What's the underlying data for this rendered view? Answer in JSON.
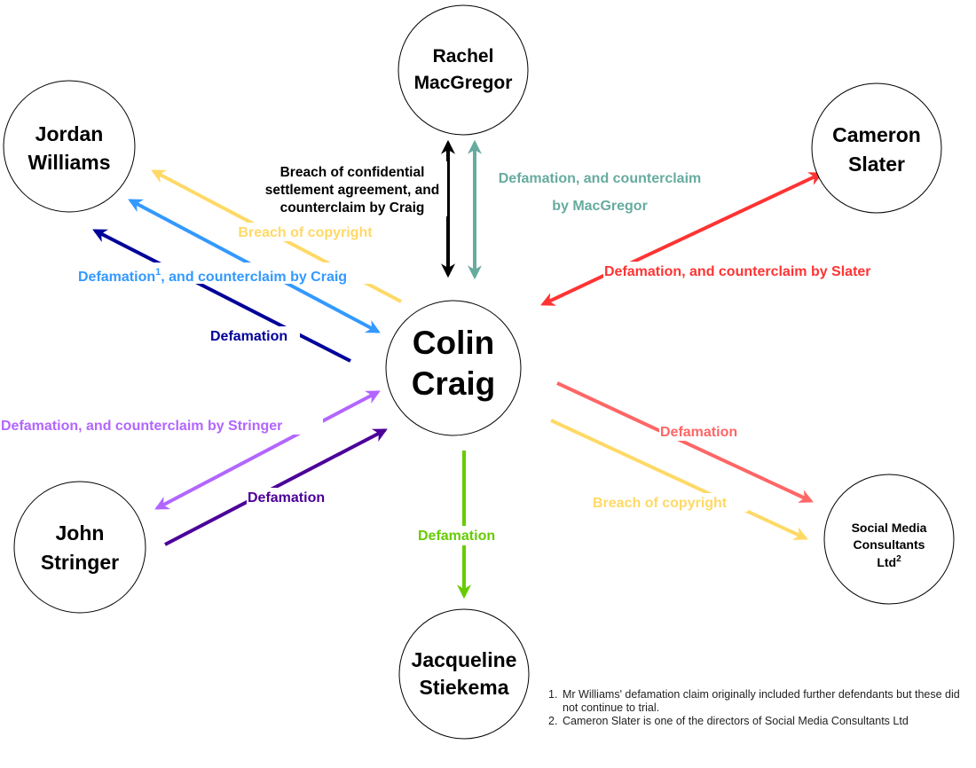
{
  "nodes": {
    "rachel": [
      "Rachel",
      "MacGregor"
    ],
    "jordan": [
      "Jordan",
      "Williams"
    ],
    "cameron": [
      "Cameron",
      "Slater"
    ],
    "colin": [
      "Colin",
      "Craig"
    ],
    "john": [
      "John",
      "Stringer"
    ],
    "jacqueline": [
      "Jacqueline",
      "Stiekema"
    ],
    "smc": [
      "Social Media",
      "Consultants",
      "Ltd"
    ],
    "smc_sup": "2"
  },
  "edges": {
    "confidential": [
      "Breach of confidential",
      "settlement agreement, and",
      "counterclaim by Craig"
    ],
    "macgregor": [
      "Defamation, and counterclaim",
      "by MacGregor"
    ],
    "copyright_williams": "Breach of copyright",
    "defamation1_main": "Defamation",
    "defamation1_sup": "1",
    "defamation1_rest": ", and counterclaim by Craig",
    "defamation_williams": "Defamation",
    "slater": "Defamation, and counterclaim by Slater",
    "stringer_counter": "Defamation, and counterclaim by Stringer",
    "stringer_def": "Defamation",
    "stiekema": "Defamation",
    "smc_def": "Defamation",
    "smc_copyright": "Breach of copyright"
  },
  "colors": {
    "black": "#000000",
    "teal": "#67AB9F",
    "yellow": "#FFD966",
    "light_blue": "#3399FF",
    "dark_blue": "#000099",
    "red": "#FF3333",
    "light_red": "#FF6666",
    "purple_light": "#B266FF",
    "purple_dark": "#4C0099",
    "green": "#66CC00"
  },
  "notes": [
    "Mr Williams' defamation claim originally included further defendants but these did not continue to trial.",
    "Cameron Slater is one of the directors of Social Media Consultants Ltd"
  ]
}
